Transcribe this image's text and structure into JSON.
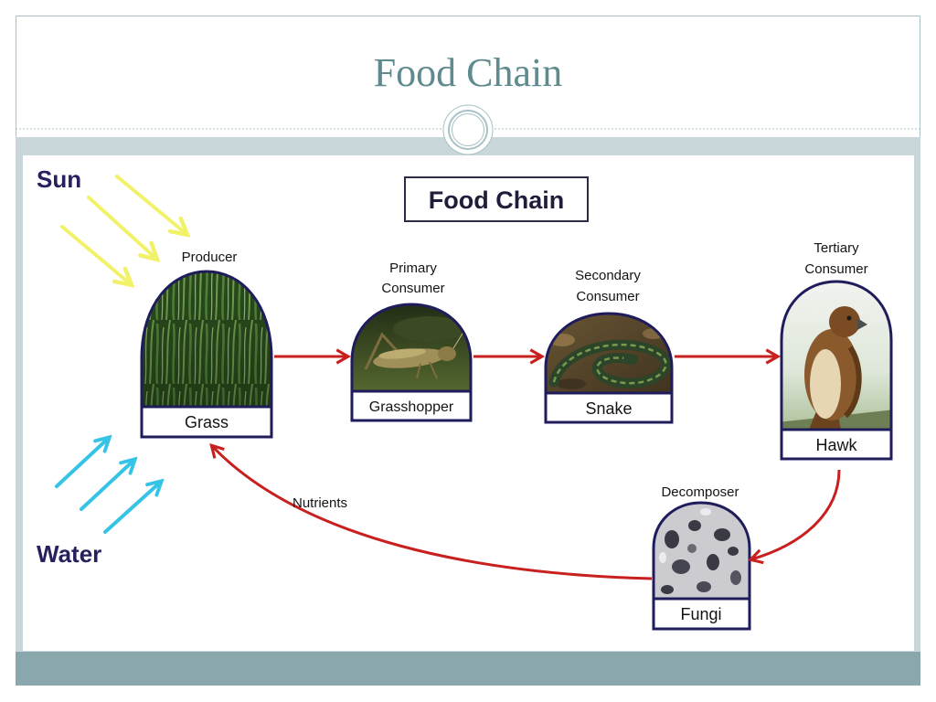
{
  "slide": {
    "title": "Food Chain"
  },
  "diagram": {
    "heading": "Food Chain",
    "sun_label": "Sun",
    "water_label": "Water",
    "nutrients_label": "Nutrients",
    "nodes": {
      "producer": {
        "role": [
          "Producer"
        ],
        "name": "Grass"
      },
      "primary": {
        "role": [
          "Primary",
          "Consumer"
        ],
        "name": "Grasshopper"
      },
      "secondary": {
        "role": [
          "Secondary",
          "Consumer"
        ],
        "name": "Snake"
      },
      "tertiary": {
        "role": [
          "Tertiary",
          "Consumer"
        ],
        "name": "Hawk"
      },
      "decomposer": {
        "role": [
          "Decomposer"
        ],
        "name": "Fungi"
      }
    }
  },
  "colors": {
    "title": "#5f8a8e",
    "frame": "#a8c2c5",
    "band": "#c9d6da",
    "footer_bar": "#8ba7ae",
    "node_border": "#1f1c5c",
    "flow_arrow": "#c8201e",
    "sun_rays": "#f2f26a",
    "water_arrows": "#36c4e6",
    "label_text": "#26215e"
  }
}
